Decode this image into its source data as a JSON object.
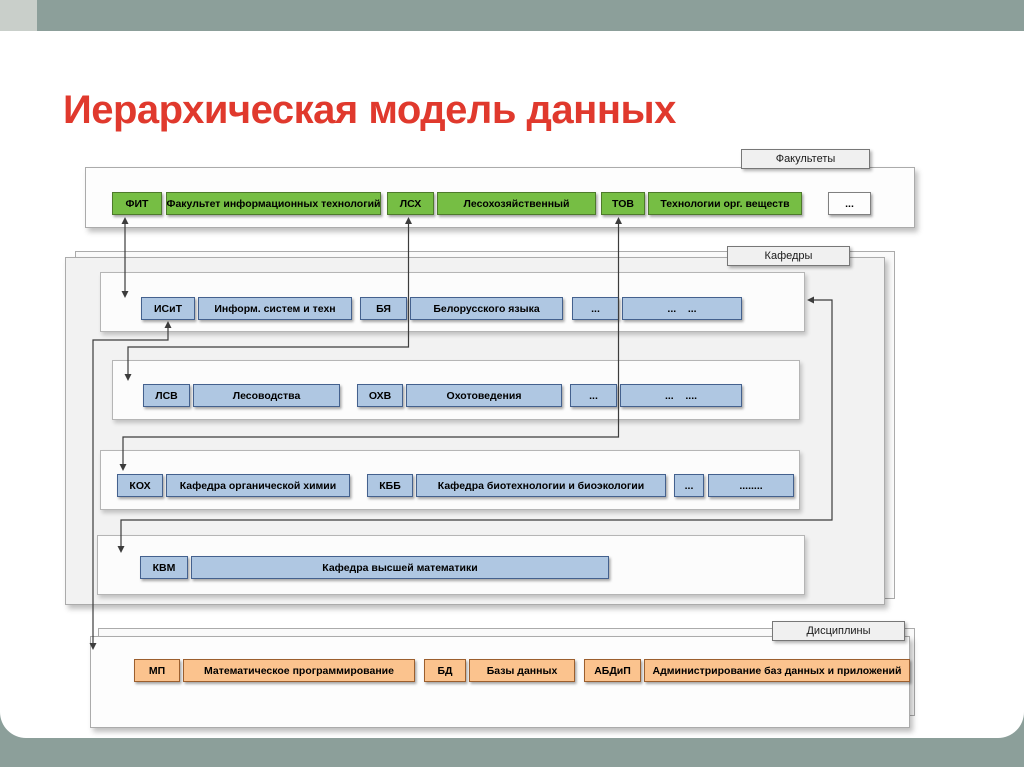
{
  "slide": {
    "title": "Иерархическая модель данных"
  },
  "tags": {
    "faculties": "Факультеты",
    "departments": "Кафедры",
    "disciplines": "Дисциплины"
  },
  "faculties": {
    "items": [
      {
        "code": "ФИТ",
        "name": "Факультет информационных технологий"
      },
      {
        "code": "ЛСХ",
        "name": "Лесохозяйственный"
      },
      {
        "code": "ТОВ",
        "name": "Технологии орг. веществ"
      }
    ],
    "more": "..."
  },
  "departments": {
    "row1": {
      "code1": "ИСиТ",
      "name1": "Информ. систем  и техн",
      "code2": "БЯ",
      "name2": "Белорусского языка",
      "more_code": "...",
      "more_name": "...    ..."
    },
    "row2": {
      "code1": "ЛСВ",
      "name1": "Лесоводства",
      "code2": "ОХВ",
      "name2": "Охотоведения",
      "more_code": "...",
      "more_name": "...    ...."
    },
    "row3": {
      "code1": "КОХ",
      "name1": "Кафедра органической химии",
      "code2": "КББ",
      "name2": "Кафедра биотехнологии и биоэкологии",
      "more_code": "...",
      "more_name": "........"
    },
    "row4": {
      "code1": "КВМ",
      "name1": "Кафедра высшей математики"
    }
  },
  "disciplines": {
    "items": [
      {
        "code": "МП",
        "name": "Математическое программирование"
      },
      {
        "code": "БД",
        "name": "Базы данных"
      },
      {
        "code": "АБДиП",
        "name": "Администрирование баз данных и приложений"
      }
    ]
  },
  "colors": {
    "accent_teal": "#8C9F9A",
    "corner_gray": "#C9CFCA",
    "title_red": "#E0392D",
    "faculty_green": "#76BE44",
    "department_blue": "#AFC7E2",
    "discipline_orange": "#FBC38E"
  }
}
